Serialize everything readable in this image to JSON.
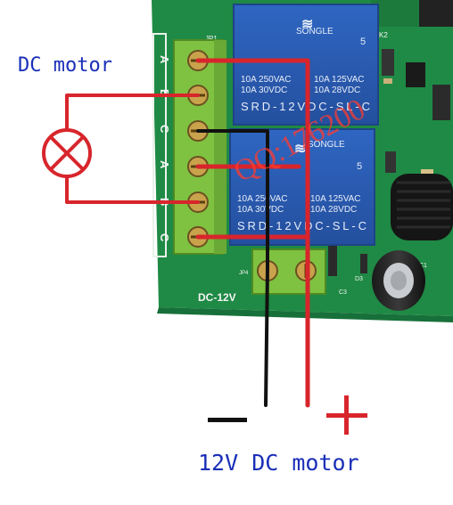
{
  "labels": {
    "top_left": "DC motor",
    "bottom": "12V DC motor",
    "minus": "−",
    "plus": "+"
  },
  "board": {
    "connector_label": "JP1",
    "terminal_letters": [
      "A",
      "B",
      "C",
      "A",
      "B",
      "C"
    ],
    "power_label": "DC-12V",
    "power_connector": "JP4",
    "relay_brand": "SONGLE",
    "relay_model": "SRD-12VDC-SL-C",
    "relay_rating_left": [
      "10A 250VAC",
      "10A 30VDC"
    ],
    "relay_rating_right": [
      "10A 125VAC",
      "10A 28VDC"
    ],
    "relay_mark": "5",
    "ic_label_1": "K2",
    "ic_label_2": "C1",
    "ic_label_3": "C3",
    "ic_label_4": "D3"
  },
  "watermark": "QQ:176200",
  "colors": {
    "pcb_green": "#1f8a45",
    "relay_blue": "#2b5fb5",
    "terminal_green": "#7fc241",
    "wire_red": "#d8252c",
    "wire_black": "#111111",
    "label_blue": "#1a2fb8"
  },
  "icons": {
    "lamp": "lamp-icon (circle with X)",
    "relay_logo": "songle-logo"
  }
}
